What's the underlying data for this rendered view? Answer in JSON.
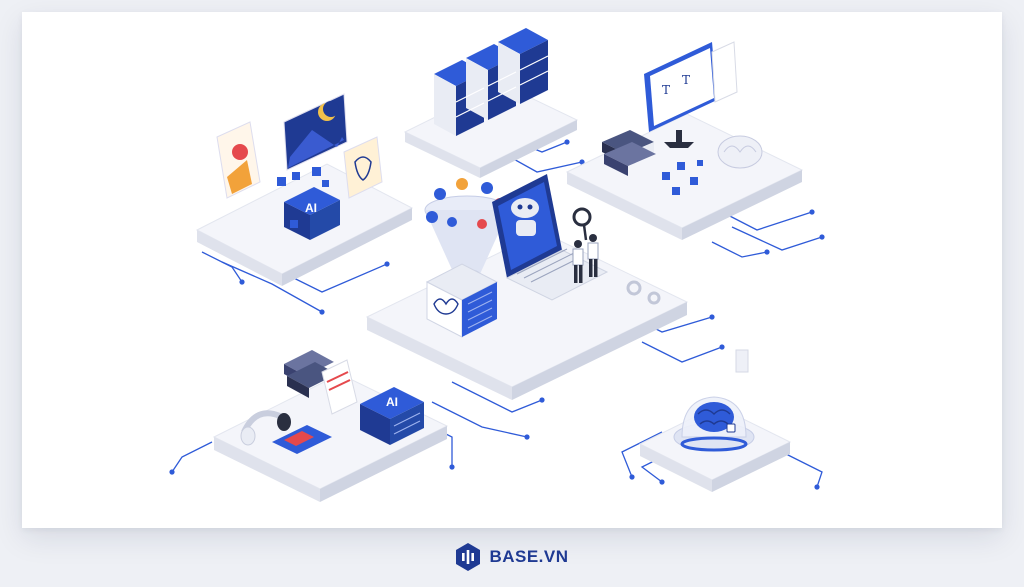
{
  "illustration": {
    "chip_labels": {
      "top_left": "AI",
      "bottom_left": "AI"
    }
  },
  "brand": {
    "name": "BASE.VN",
    "accent_color": "#1f3a93",
    "logo_icon": "hexagon-bars-logo"
  },
  "colors": {
    "primary_blue": "#1f3a93",
    "bright_blue": "#2f5bd8",
    "platform_top": "#f4f5fa",
    "platform_side": "#dfe2ec",
    "circuit_line": "#2f5bd8",
    "accent_orange": "#f2a23a",
    "accent_red": "#e5494d"
  }
}
